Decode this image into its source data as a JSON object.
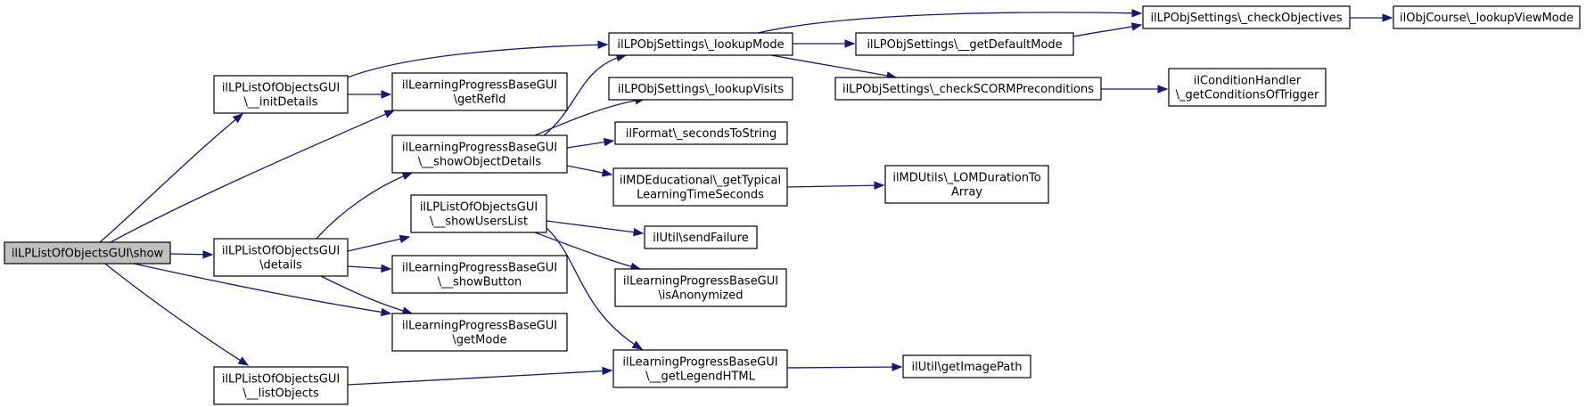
{
  "nodes": {
    "root": [
      "ilLPListOfObjectsGUI\\show"
    ],
    "initDetails": [
      "ilLPListOfObjectsGUI",
      "\\__initDetails"
    ],
    "details": [
      "ilLPListOfObjectsGUI",
      "\\details"
    ],
    "listObjects": [
      "ilLPListOfObjectsGUI",
      "\\__listObjects"
    ],
    "getRefId": [
      "ilLearningProgressBaseGUI",
      "\\getRefId"
    ],
    "showObjectDetails": [
      "ilLearningProgressBaseGUI",
      "\\__showObjectDetails"
    ],
    "showUsersList": [
      "ilLPListOfObjectsGUI",
      "\\__showUsersList"
    ],
    "showButton": [
      "ilLearningProgressBaseGUI",
      "\\__showButton"
    ],
    "getMode": [
      "ilLearningProgressBaseGUI",
      "\\getMode"
    ],
    "lookupMode": [
      "ilLPObjSettings\\_lookupMode"
    ],
    "lookupVisits": [
      "ilLPObjSettings\\_lookupVisits"
    ],
    "secondsToString": [
      "ilFormat\\_secondsToString"
    ],
    "getTypical": [
      "ilMDEducational\\_getTypical",
      "LearningTimeSeconds"
    ],
    "sendFailure": [
      "ilUtil\\sendFailure"
    ],
    "isAnonymized": [
      "ilLearningProgressBaseGUI",
      "\\isAnonymized"
    ],
    "getLegendHTML": [
      "ilLearningProgressBaseGUI",
      "\\__getLegendHTML"
    ],
    "getDefaultMode": [
      "ilLPObjSettings\\__getDefaultMode"
    ],
    "checkSCORM": [
      "ilLPObjSettings\\_checkSCORMPreconditions"
    ],
    "checkObjectives": [
      "ilLPObjSettings\\_checkObjectives"
    ],
    "lookupViewMode": [
      "ilObjCourse\\_lookupViewMode"
    ],
    "conditionHandler": [
      "ilConditionHandler",
      "\\_getConditionsOfTrigger"
    ],
    "lomDuration": [
      "ilMDUtils\\_LOMDurationTo",
      "Array"
    ],
    "getImagePath": [
      "ilUtil\\getImagePath"
    ]
  },
  "colors": {
    "edge": "#191970",
    "root_fill": "#bfbfbf",
    "node_fill": "#ffffff",
    "node_border": "#000000"
  }
}
